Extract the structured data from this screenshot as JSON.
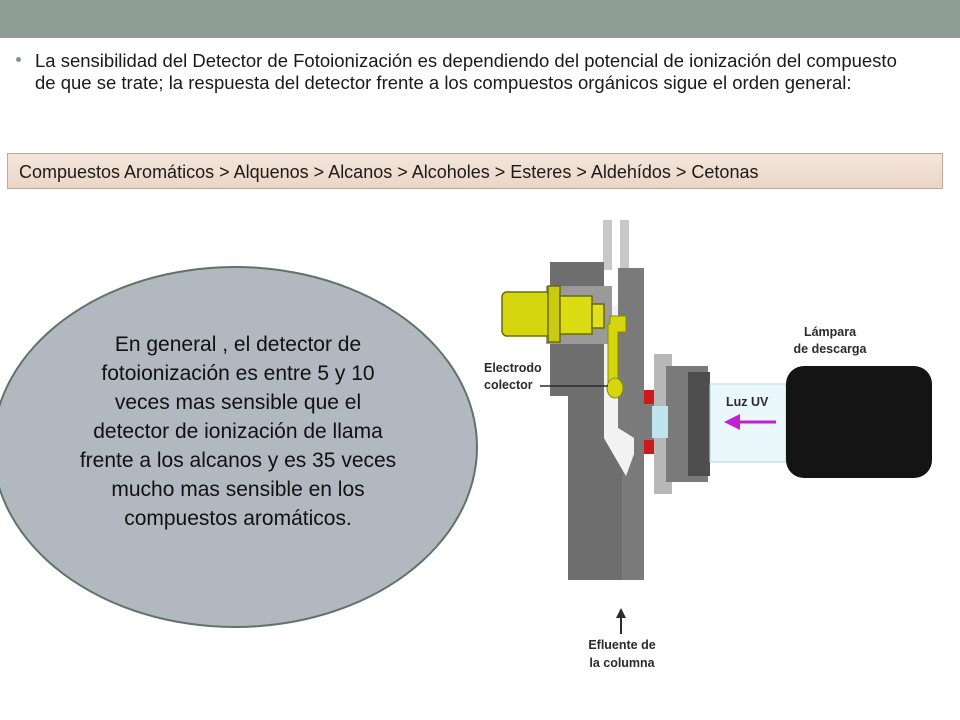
{
  "intro": {
    "text": "La sensibilidad del Detector de Fotoionización es dependiendo del potencial de ionización del compuesto de que se trate; la respuesta del detector frente a los compuestos orgánicos sigue el orden general:"
  },
  "order": {
    "text": "Compuestos Aromáticos > Alquenos > Alcanos > Alcoholes > Esteres > Aldehídos > Cetonas"
  },
  "callout": {
    "text": "En general , el detector de fotoionización es entre 5 y 10 veces mas sensible que el detector de ionización de llama frente a los alcanos y es 35 veces mucho mas sensible en los compuestos aromáticos."
  },
  "diagram": {
    "labels": {
      "lamp_line1": "Lámpara",
      "lamp_line2": "de descarga",
      "electrode_line1": "Electrodo",
      "electrode_line2": "colector",
      "uv_light": "Luz UV",
      "effluent_line1": "Efluente de",
      "effluent_line2": "la columna"
    },
    "colors": {
      "body": "#6e6e6e",
      "electrode": "#d6d60e",
      "lamp": "#141414",
      "uv_arrow": "#c21fd1",
      "seal": "#cc1a1a",
      "window": "#bfe4ee"
    }
  }
}
